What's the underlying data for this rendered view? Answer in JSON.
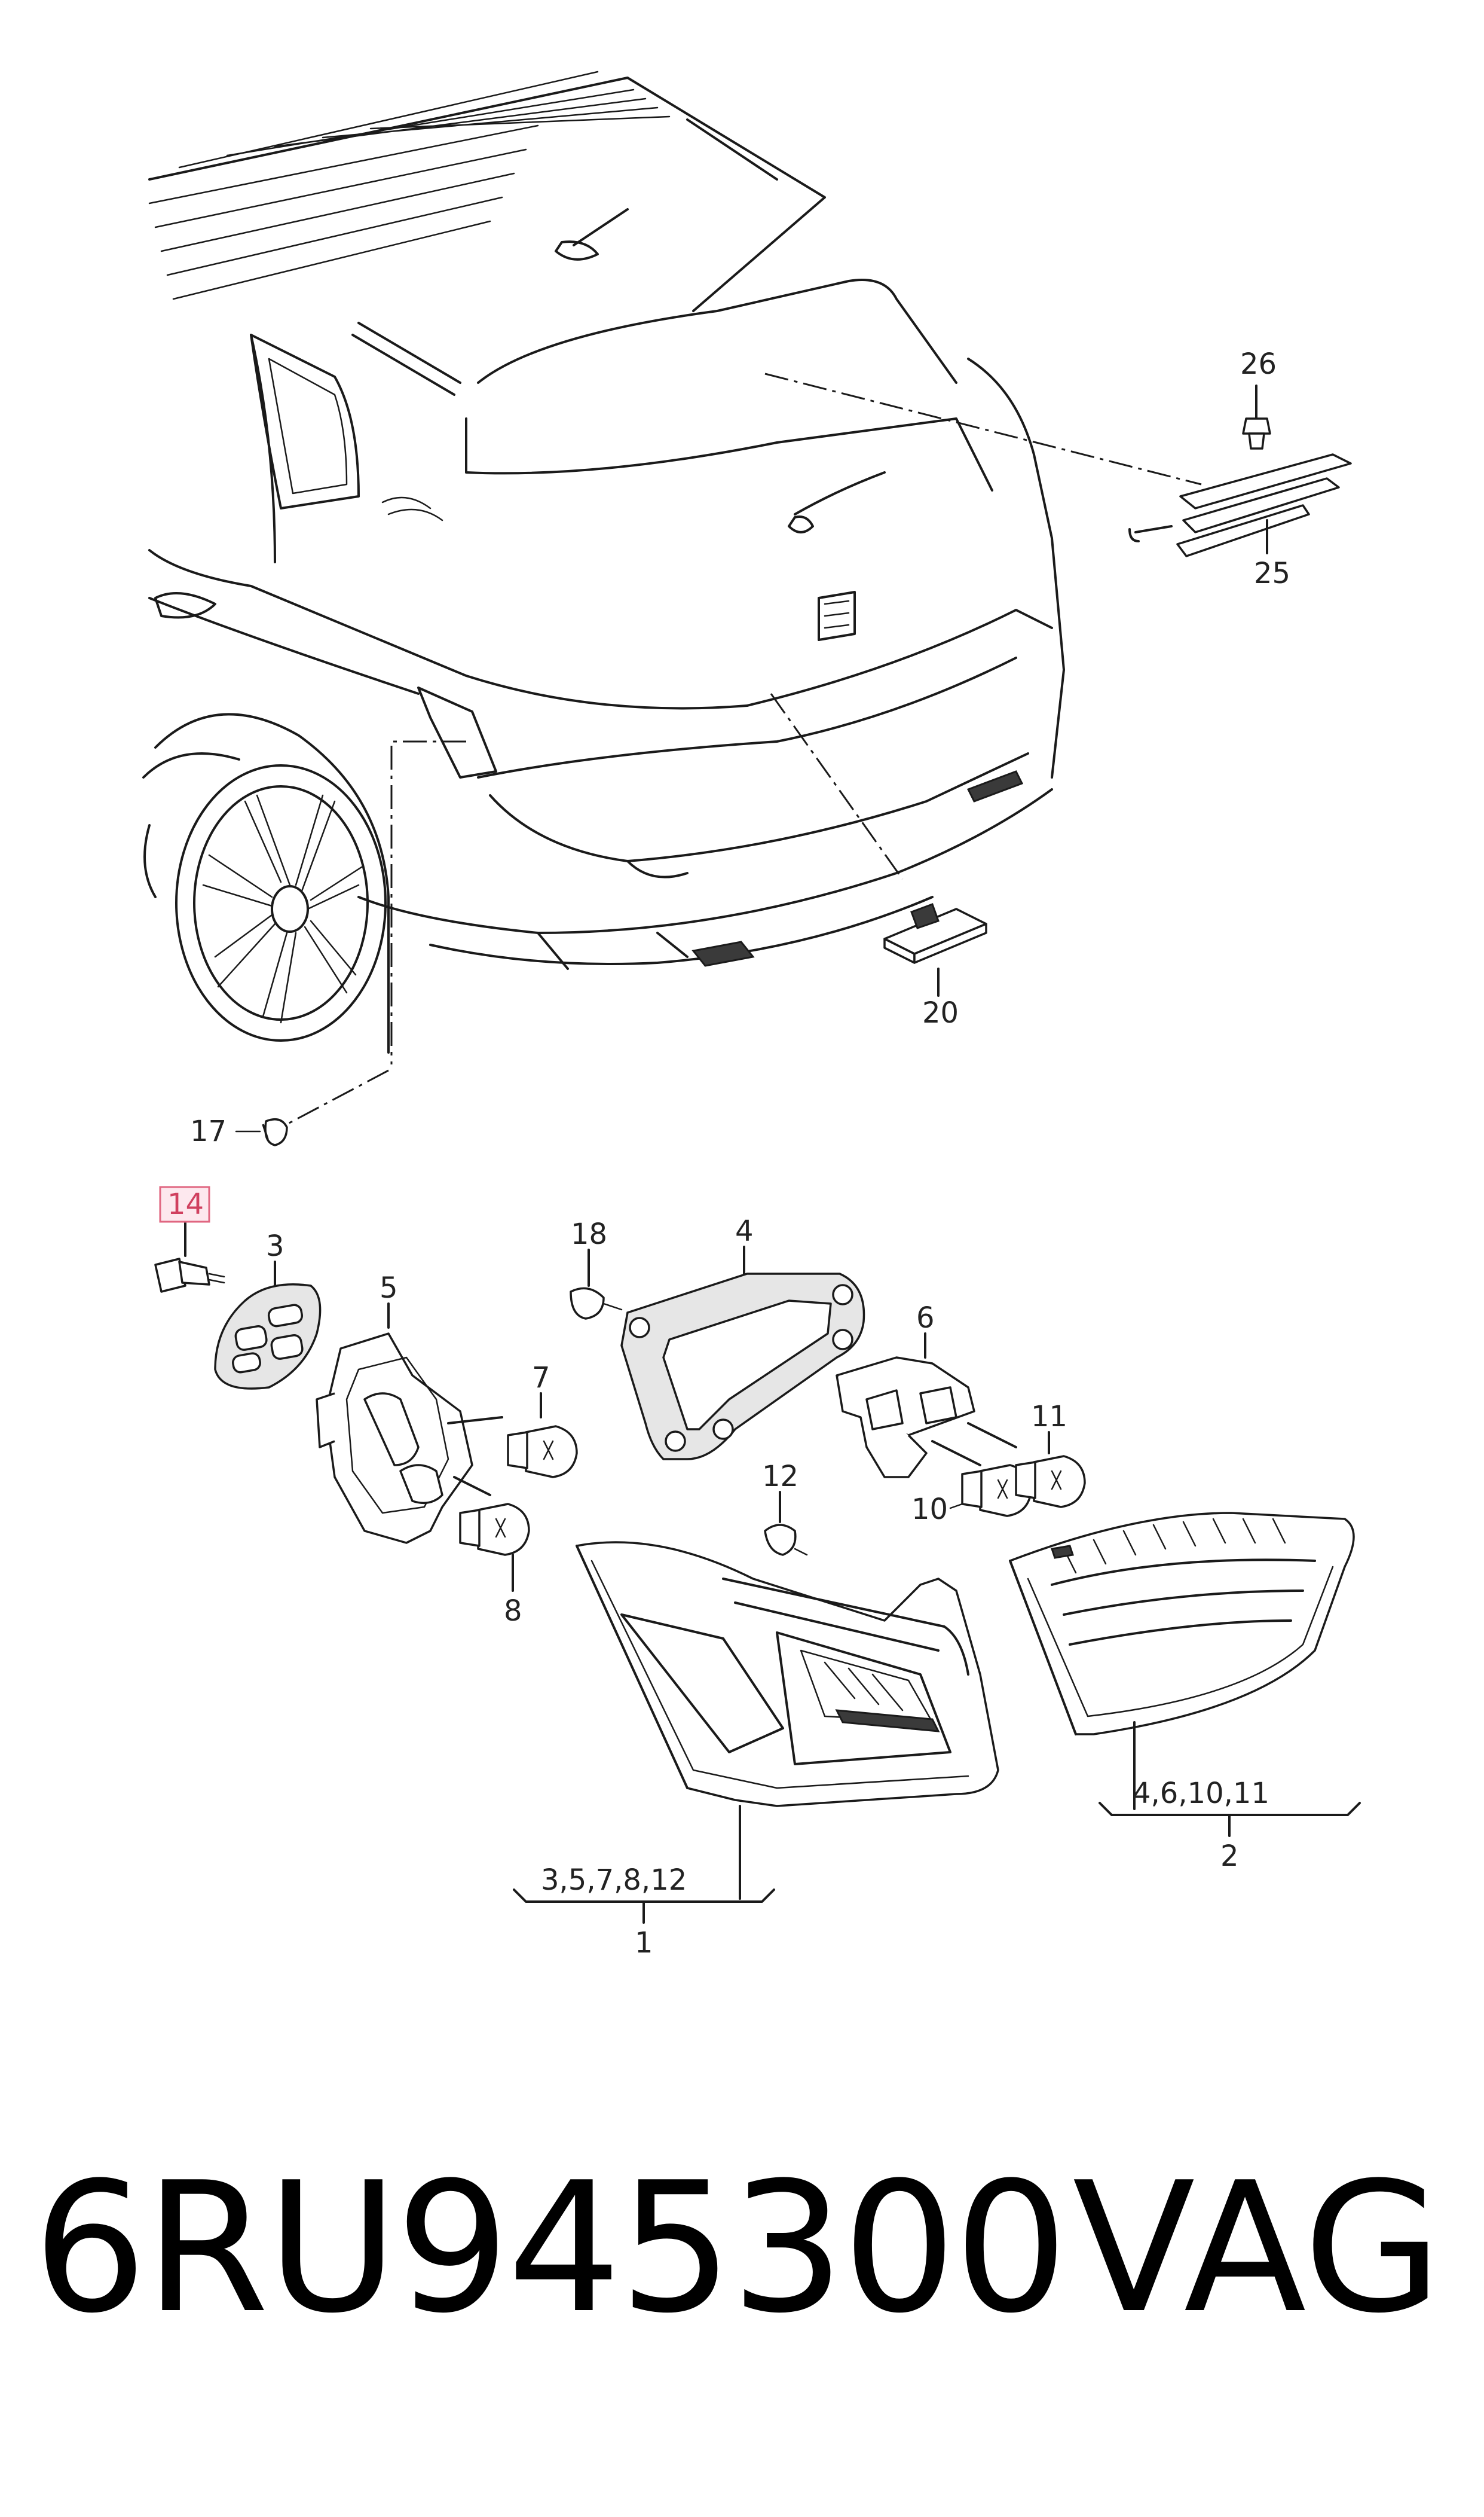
{
  "labels": {
    "l1": "1",
    "l2": "2",
    "l3": "3",
    "l4": "4",
    "l5": "5",
    "l6": "6",
    "l7": "7",
    "l8": "8",
    "l10": "10",
    "l11": "11",
    "l12": "12",
    "l14": "14",
    "l17": "17",
    "l18": "18",
    "l20": "20",
    "l25": "25",
    "l26": "26",
    "group1": "3,5,7,8,12",
    "group2": "4,6,10,11"
  },
  "highlight_color": "#e06680",
  "footer": {
    "part_number": "6RU945300",
    "brand": "VAG"
  }
}
